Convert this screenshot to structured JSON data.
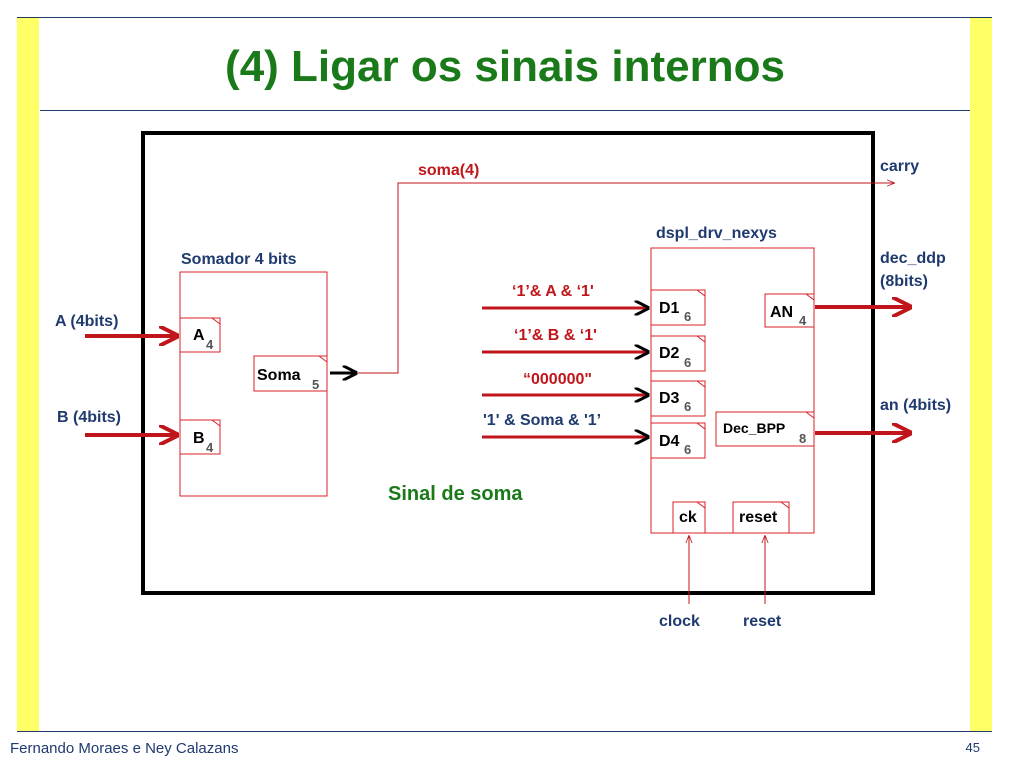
{
  "slide": {
    "title": "(4) Ligar os sinais internos",
    "footer_author": "Fernando Moraes e Ney Calazans",
    "page_number": "45"
  },
  "diagram": {
    "center_label": "Sinal de soma",
    "inputs": {
      "a": "A (4bits)",
      "b": "B (4bits)",
      "clock": "clock",
      "reset": "reset"
    },
    "outputs": {
      "carry": "carry",
      "dec_ddp_line1": "dec_ddp",
      "dec_ddp_line2": "(8bits)",
      "an": "an (4bits)"
    },
    "signal_soma4": "soma(4)",
    "somador": {
      "title": "Somador 4 bits",
      "port_a": "A",
      "port_a_width": "4",
      "port_b": "B",
      "port_b_width": "4",
      "port_soma": "Soma",
      "port_soma_width": "5"
    },
    "display": {
      "title": "dspl_drv_nexys",
      "d1": "D1",
      "d1_width": "6",
      "d2": "D2",
      "d2_width": "6",
      "d3": "D3",
      "d3_width": "6",
      "d4": "D4",
      "d4_width": "6",
      "an": "AN",
      "an_width": "4",
      "dec": "Dec_BPP",
      "dec_width": "8",
      "ck": "ck",
      "reset": "reset",
      "in_d1": "‘1’& A & ‘1'",
      "in_d2": "‘1’& B & ‘1'",
      "in_d3": "“000000\"",
      "in_d4": "'1' & Soma & '1’"
    },
    "colors": {
      "title_green": "#1a7a1a",
      "wire_red": "#c0161b",
      "box_red": "#d9202a",
      "text_navy": "#1f3a6e",
      "side_bar_yellow": "#ffff66"
    }
  }
}
